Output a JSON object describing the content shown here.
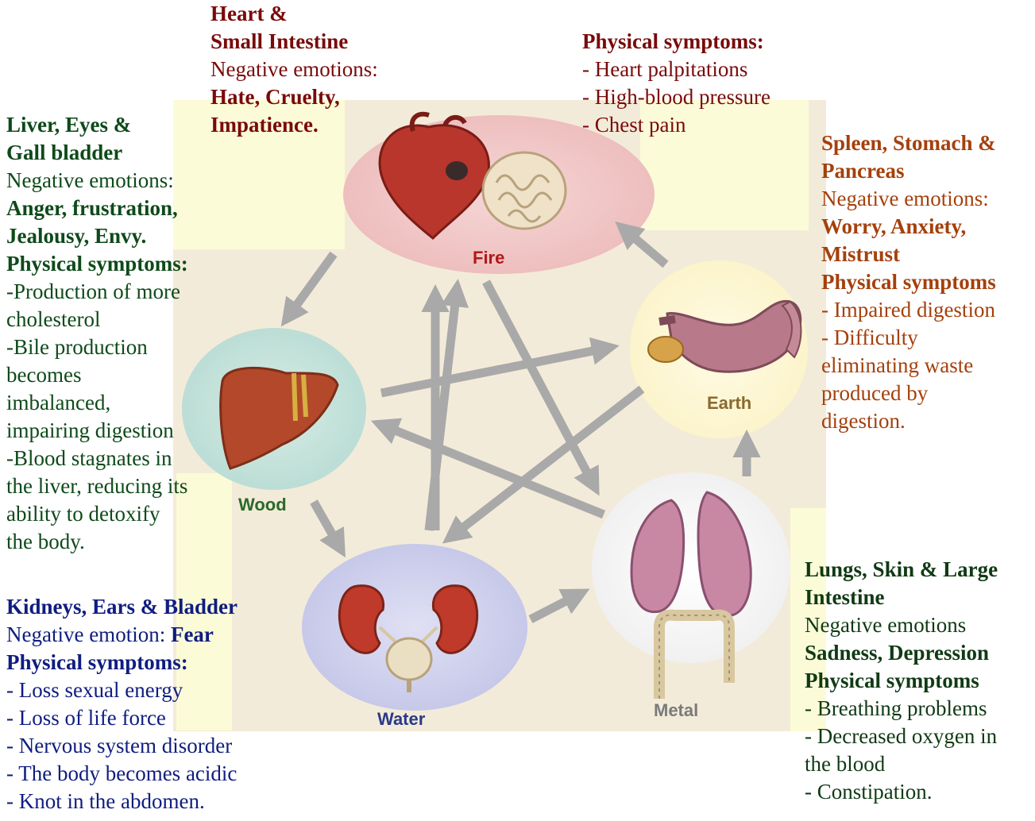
{
  "diagram": {
    "elements": [
      {
        "id": "fire",
        "label": "Fire"
      },
      {
        "id": "earth",
        "label": "Earth"
      },
      {
        "id": "metal",
        "label": "Metal"
      },
      {
        "id": "water",
        "label": "Water"
      },
      {
        "id": "wood",
        "label": "Wood"
      }
    ]
  },
  "fire": {
    "organs": [
      "Heart &",
      "Small Intestine"
    ],
    "emotions_label": "Negative emotions:",
    "emotions": [
      "Hate, Cruelty,",
      "Impatience."
    ],
    "symptoms_label": "Physical symptoms:",
    "symptoms": [
      "- Heart palpitations",
      "- High-blood pressure",
      "- Chest pain"
    ]
  },
  "wood": {
    "organs": [
      "Liver, Eyes &",
      "Gall bladder"
    ],
    "emotions_label": "Negative emotions:",
    "emotions": [
      "Anger, frustration,",
      "Jealousy, Envy."
    ],
    "symptoms_label": "Physical symptoms:",
    "symptoms": [
      "-Production of more",
      "cholesterol",
      "-Bile production",
      "becomes",
      "imbalanced,",
      "impairing digestion",
      "-Blood stagnates in",
      "the liver, reducing its",
      "ability to detoxify",
      "the body."
    ]
  },
  "earth": {
    "organs": [
      "Spleen, Stomach &",
      "Pancreas"
    ],
    "emotions_label": "Negative emotions:",
    "emotions": [
      "Worry, Anxiety,",
      "Mistrust"
    ],
    "symptoms_label": "Physical symptoms",
    "symptoms": [
      "- Impaired digestion",
      "- Difficulty",
      "eliminating waste",
      "produced by",
      "digestion."
    ]
  },
  "water": {
    "organs": [
      "Kidneys, Ears & Bladder"
    ],
    "emotions_label": "Negative emotion: ",
    "emotion_value": "Fear",
    "symptoms_label": "Physical symptoms:",
    "symptoms": [
      "- Loss sexual energy",
      "- Loss of life force",
      "- Nervous system disorder",
      "- The body becomes acidic",
      "- Knot in the abdomen."
    ]
  },
  "metal": {
    "organs": [
      "Lungs, Skin & Large",
      "Intestine"
    ],
    "emotions_label": "Negative emotions",
    "emotions": [
      "Sadness, Depression"
    ],
    "symptoms_label": "Physical symptoms",
    "symptoms": [
      "- Breathing problems",
      "- Decreased oxygen in",
      "the blood",
      "- Constipation."
    ]
  }
}
